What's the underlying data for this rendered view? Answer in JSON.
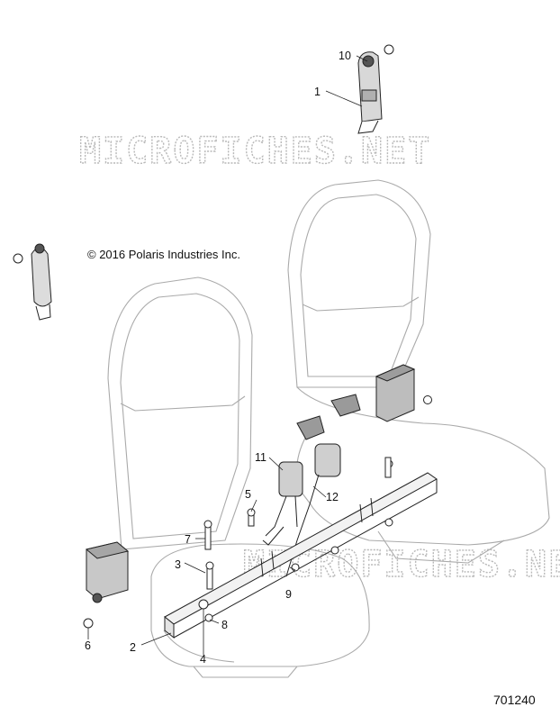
{
  "copyright": "© 2016 Polaris Industries Inc.",
  "diagram_id": "701240",
  "watermark": "MICROFICHES.NET",
  "callouts": [
    "1",
    "2",
    "3",
    "4",
    "5",
    "6",
    "7",
    "8",
    "9",
    "10",
    "11",
    "12"
  ],
  "colors": {
    "line": "#222222",
    "ghost": "#aaaaaa",
    "part_fill": "#d8d8d8",
    "watermark": "#b9b9b9"
  }
}
